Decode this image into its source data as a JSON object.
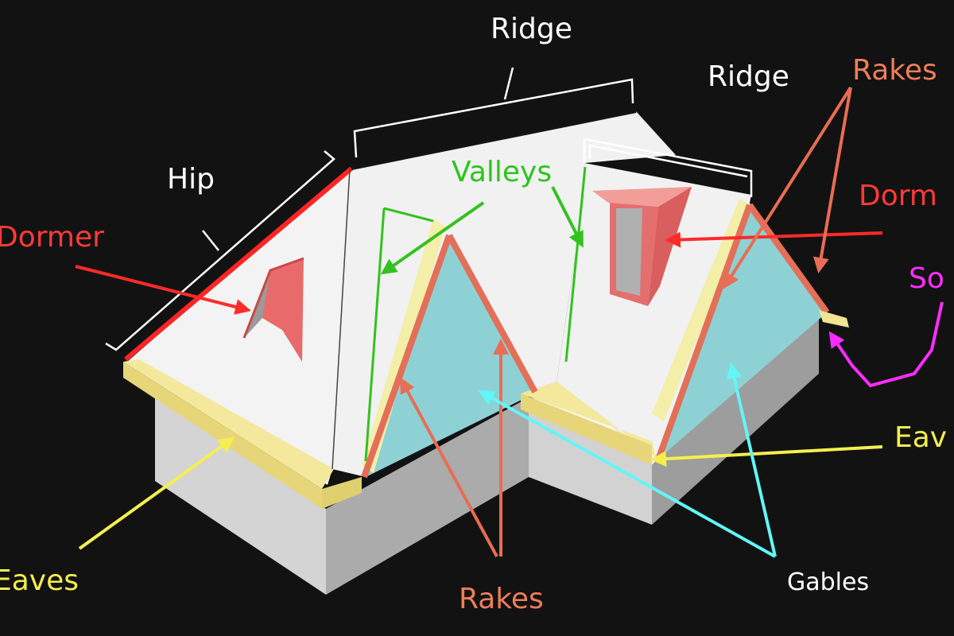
{
  "labels": {
    "ridge_main": "Ridge",
    "ridge_right": "Ridge",
    "hip": "Hip",
    "valleys": "Valleys",
    "rakes_top": "Rakes",
    "rakes_bottom": "Rakes",
    "dormer_left": "Dormer",
    "dormer_right": "Dorm",
    "soffit": "So",
    "eaves_left": "Eaves",
    "eaves_right": "Eav",
    "gables": "Gables"
  },
  "colors": {
    "background": "#121212",
    "roof": "#f1f1f1",
    "wall_left": "#d4d4d4",
    "wall_right": "#ababab",
    "gable": "#8ed1d4",
    "eave": "#f1e493",
    "eave_dark": "#dccb73",
    "rake": "#e36f58",
    "hip_line": "#ff2424",
    "valley_line": "#33c21f",
    "dormer": "#e96a6a",
    "ridge_label": "#ffffff",
    "hip_label": "#ffffff",
    "valleys_label": "#2ec41e",
    "rakes_label": "#ee7e58",
    "dormer_label": "#ff3a3a",
    "soffit_label": "#ff2cff",
    "eaves_label": "#f5ef4e",
    "gables_label": "#ffffff",
    "gables_arrow": "#62f6f6"
  }
}
